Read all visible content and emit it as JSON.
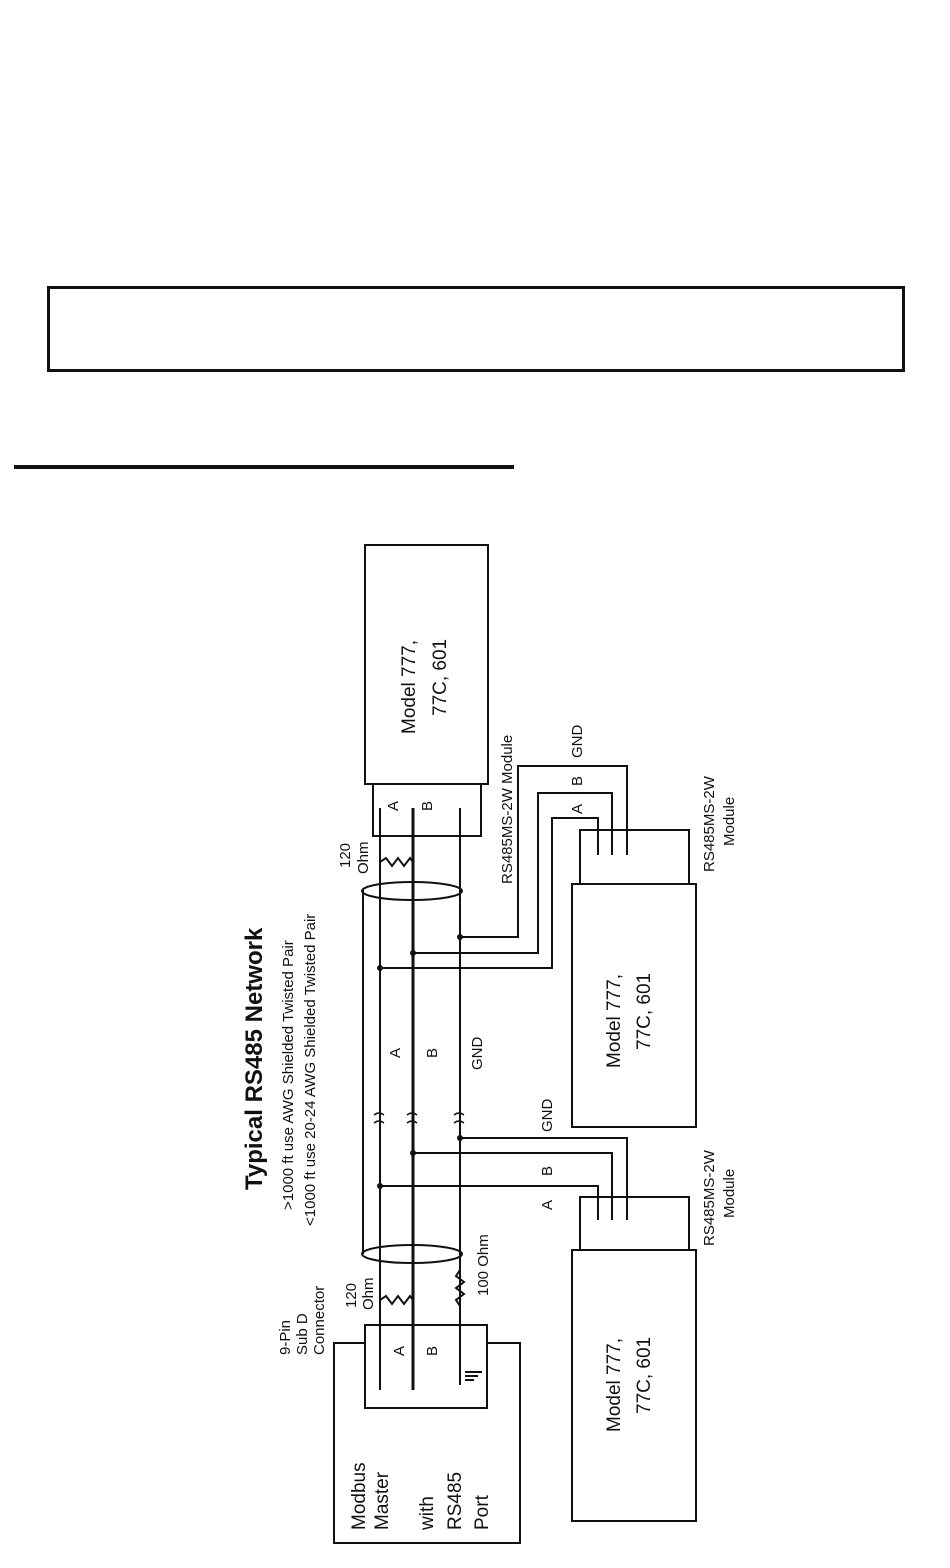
{
  "diagram": {
    "title": "Typical RS485 Network",
    "subtitle_long": ">1000 ft use AWG Shielded Twisted Pair",
    "subtitle_short": "<1000 ft use 20-24 AWG Shielded Twisted Pair",
    "master": {
      "line1": "Modbus",
      "line2": "Master",
      "line3": "with",
      "line4": "RS485",
      "line5": "Port"
    },
    "connector": {
      "line1": "9-Pin",
      "line2": "Sub D",
      "line3": "Connector"
    },
    "term_120": {
      "line1": "120",
      "line2": "Ohm"
    },
    "term_100": "100 Ohm",
    "pin_a": "A",
    "pin_b": "B",
    "pin_gnd": "GND",
    "module_line1": "Model 777,",
    "module_line2": "77C, 601",
    "adapter_2line": {
      "line1": "RS485MS-2W",
      "line2": "Module"
    },
    "adapter_1line": "RS485MS-2W Module"
  },
  "colors": {
    "line": "#111111",
    "background": "#ffffff"
  }
}
